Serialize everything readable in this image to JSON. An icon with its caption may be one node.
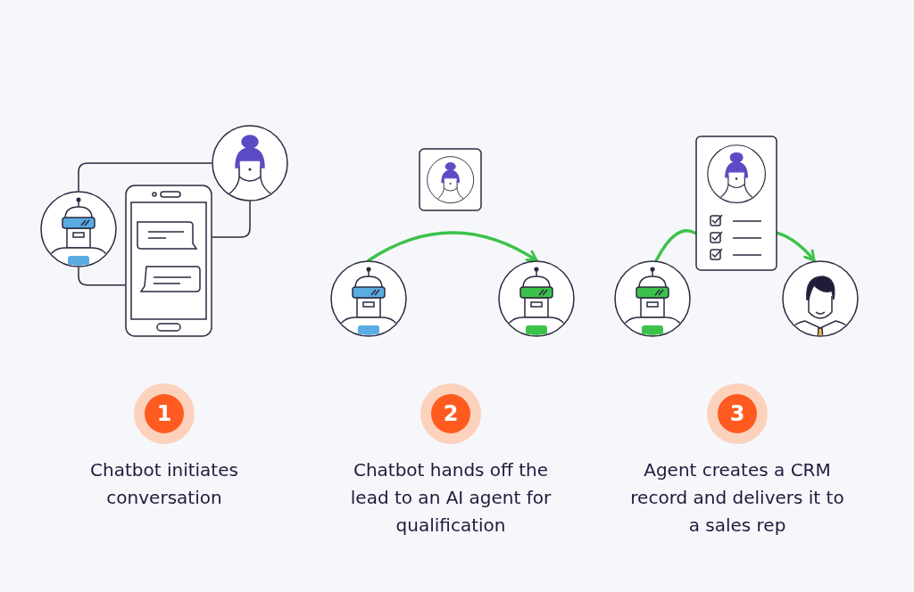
{
  "diagram": {
    "nodes": [
      {
        "text": [],
        "shape": "picture"
      },
      {
        "text": [],
        "shape": "picture"
      },
      {
        "text": [],
        "shape": "picture"
      },
      {
        "text": [],
        "shape": "picture"
      },
      {
        "text": [],
        "shape": "picture"
      },
      {
        "text": [],
        "shape": "picture"
      },
      {
        "text": [],
        "shape": "picture"
      },
      {
        "text": [],
        "shape": "picture"
      },
      {
        "text": [],
        "shape": "picture"
      },
      {
        "text": [
          "1"
        ],
        "beside": [
          "Chatbot initiates conversation"
        ]
      },
      {
        "text": [
          "2"
        ],
        "beside": [
          "Chatbot hands off the lead to an AI agent for qualification"
        ]
      },
      {
        "text": [
          "3"
        ],
        "beside": [
          "Agent creates a CRM record and delivers it to a sales rep"
        ]
      }
    ],
    "edges": [
      {
        "from": 0,
        "to": 2,
        "arrow": "none",
        "color": "#2b2a40"
      },
      {
        "from": 2,
        "to": 1,
        "arrow": "none",
        "color": "#2b2a40"
      },
      {
        "from": 0,
        "to": 1,
        "arrow": "none",
        "color": "#2b2a40"
      },
      {
        "from": 4,
        "to": 5,
        "arrow": "to",
        "style": "thick",
        "color": "#3cc24a"
      },
      {
        "from": 6,
        "to": 7,
        "arrow": "none",
        "style": "thick",
        "color": "#3cc24a"
      },
      {
        "from": 7,
        "to": 8,
        "arrow": "to",
        "style": "thick",
        "color": "#3cc24a"
      }
    ]
  }
}
